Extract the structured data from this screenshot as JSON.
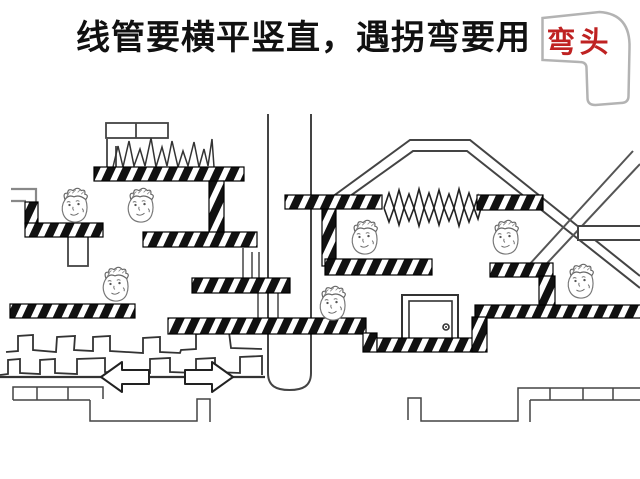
{
  "title": "线管要横平竖直，遇拐弯要用",
  "elbow_badge": {
    "label": "弯头",
    "color": "#bf2222"
  },
  "colors": {
    "background": "#ffffff",
    "ink": "#1f1f1f",
    "sketch_gray": "#777777",
    "badge_outline": "#b3b3b3",
    "accent_red": "#bf2222"
  },
  "scene": {
    "description": "Hand-drawn cartoon of conduit runs laid horizontal and vertical with elbow turns, platformer style",
    "face_count": 7,
    "elements": [
      "striped-conduit-beam",
      "jagged-spike-run",
      "flex-tube-zigzag",
      "worker-face",
      "house-roof-outline",
      "door-with-knob",
      "left-arrow",
      "right-arrow",
      "crenellated-wall",
      "pipe-loop",
      "brick-ledge"
    ]
  }
}
